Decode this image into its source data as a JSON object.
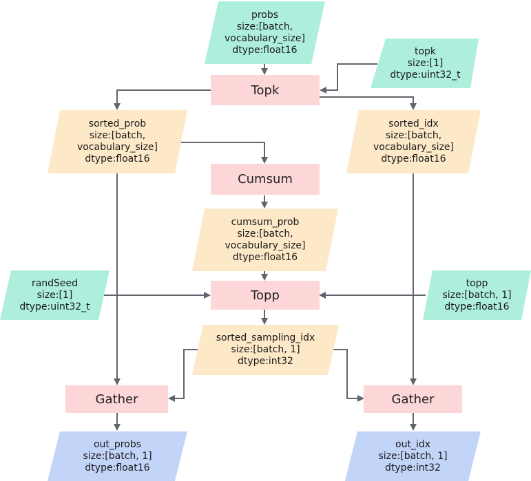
{
  "colors": {
    "operator": "#fdd6d8",
    "input_tensor": "#aeeedd",
    "intermediate_tensor": "#fde8c8",
    "output_tensor": "#c3d4f9",
    "arrow": "#5f656c"
  },
  "operators": {
    "topk": "Topk",
    "cumsum": "Cumsum",
    "topp": "Topp",
    "gather_left": "Gather",
    "gather_right": "Gather"
  },
  "tensors": {
    "probs": [
      "probs",
      "size:[batch,",
      "vocabulary_size]",
      "dtype:float16"
    ],
    "topk": [
      "topk",
      "size:[1]",
      "dtype:uint32_t"
    ],
    "sorted_prob": [
      "sorted_prob",
      "size:[batch,",
      "vocabulary_size]",
      "dtype:float16"
    ],
    "sorted_idx": [
      "sorted_idx",
      "size:[batch,",
      "vocabulary_size]",
      "dtype:float16"
    ],
    "cumsum_prob": [
      "cumsum_prob",
      "size:[batch,",
      "vocabulary_size]",
      "dtype:float16"
    ],
    "randSeed": [
      "randSeed",
      "size:[1]",
      "dtype:uint32_t"
    ],
    "topp": [
      "topp",
      "size:[batch, 1]",
      "dtype:float16"
    ],
    "sorted_sampling_idx": [
      "sorted_sampling_idx",
      "size:[batch, 1]",
      "dtype:int32"
    ],
    "out_probs": [
      "out_probs",
      "size:[batch, 1]",
      "dtype:float16"
    ],
    "out_idx": [
      "out_idx",
      "size:[batch, 1]",
      "dtype:int32"
    ]
  }
}
